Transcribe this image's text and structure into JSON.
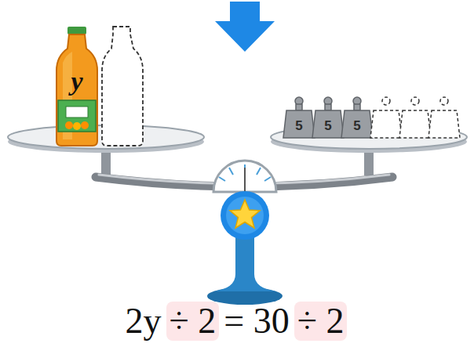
{
  "diagram": {
    "labels": [
      "y",
      "5",
      "5",
      "5",
      "2y",
      "÷ 2",
      "= 30",
      "÷ 2"
    ]
  }
}
